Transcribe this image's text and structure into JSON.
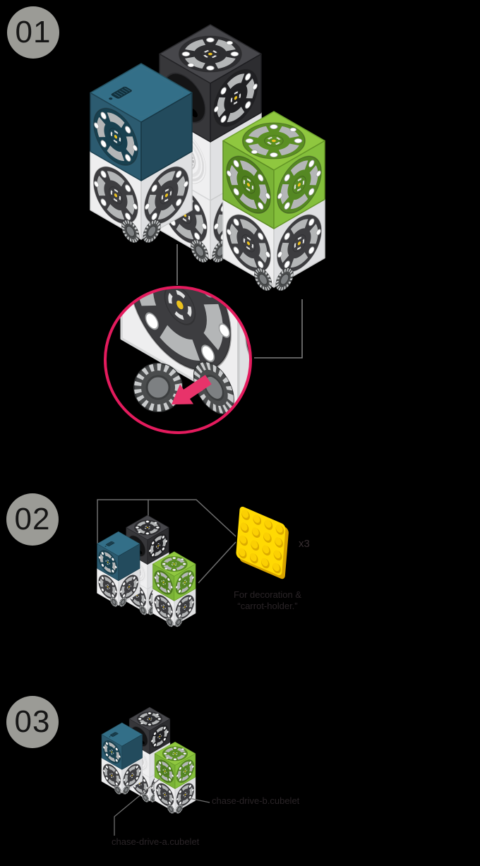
{
  "page": {
    "background": "#000000"
  },
  "steps": {
    "one": {
      "badge": "01"
    },
    "two": {
      "badge": "02",
      "multiplier": "x3",
      "caption_line1": "For decoration &",
      "caption_line2": "“carrot-holder.”"
    },
    "three": {
      "badge": "03",
      "callout_right": "chase-drive-b.cubelet",
      "callout_bottom": "chase-drive-a.cubelet"
    }
  },
  "icons": {
    "magnifier": "zoom-detail-circle",
    "arrow": "drive-direction-arrow",
    "plate": "yellow-brick-plate",
    "cluster": "cubelet-robot-cluster"
  },
  "colors": {
    "background": "#000000",
    "badge": "#9b9b96",
    "badge_text": "#161616",
    "accent_pink": "#e31b5d",
    "arrow_pink": "#e8336a",
    "plate_yellow": "#ffd903",
    "green_cube": "#8fc73f",
    "teal_cube": "#2c5b70",
    "dark_cube": "#37373a",
    "white_cube": "#eeeeef",
    "callout_line": "#7d7d7d",
    "caption_text": "#2a2427"
  }
}
